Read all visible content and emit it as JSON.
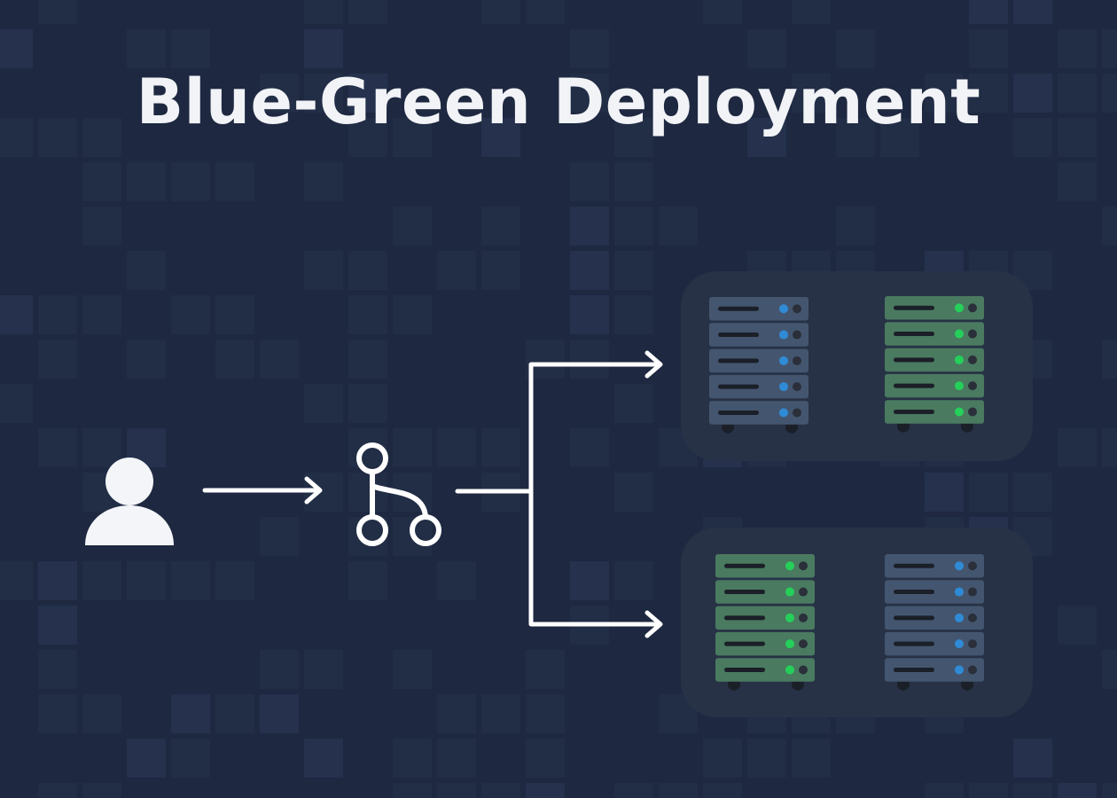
{
  "title": "Blue-Green Deployment",
  "colors": {
    "background": "#1e2840",
    "grid_tile": "#222d46",
    "grid_tile_light": "#25314d",
    "stroke": "#ffffff",
    "icon_fill": "#f3f5f8",
    "cluster_panel": "#273246",
    "blue_rack": "#44566f",
    "green_rack": "#4a7a60",
    "slot_bar": "#1b1f28",
    "blue_led": "#2f8bd6",
    "green_led": "#25d05a",
    "dark_led": "#2a2f3a"
  },
  "nodes": {
    "user": {
      "icon": "user-icon"
    },
    "router": {
      "icon": "git-branch-icon"
    },
    "clusters": [
      {
        "name": "cluster-top",
        "racks": [
          {
            "color": "blue",
            "slots": 5
          },
          {
            "color": "green",
            "slots": 5
          }
        ]
      },
      {
        "name": "cluster-bottom",
        "racks": [
          {
            "color": "green",
            "slots": 5
          },
          {
            "color": "blue",
            "slots": 5
          }
        ]
      }
    ]
  }
}
